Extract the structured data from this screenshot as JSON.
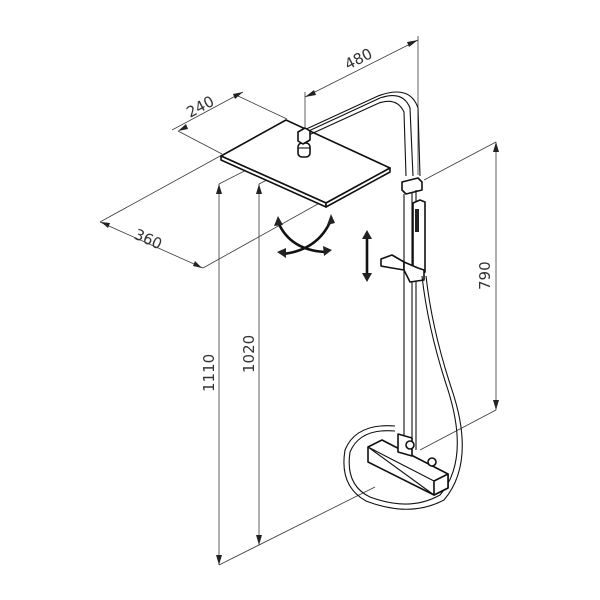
{
  "drawing": {
    "subject": "shower column with overhead rain shower and hand shower",
    "units": "mm",
    "line_color": "#111111",
    "dimension_color": "#3a3a3a",
    "background": "#ffffff"
  },
  "dimensions": {
    "arm_reach": "480",
    "head_depth": "240",
    "head_width": "360",
    "total_height": "1110",
    "head_height": "1020",
    "slide_bar_height": "790"
  },
  "symbols": {
    "rotate_head": "swivel-arrows-icon",
    "slide_adjust": "vertical-double-arrow-icon"
  }
}
